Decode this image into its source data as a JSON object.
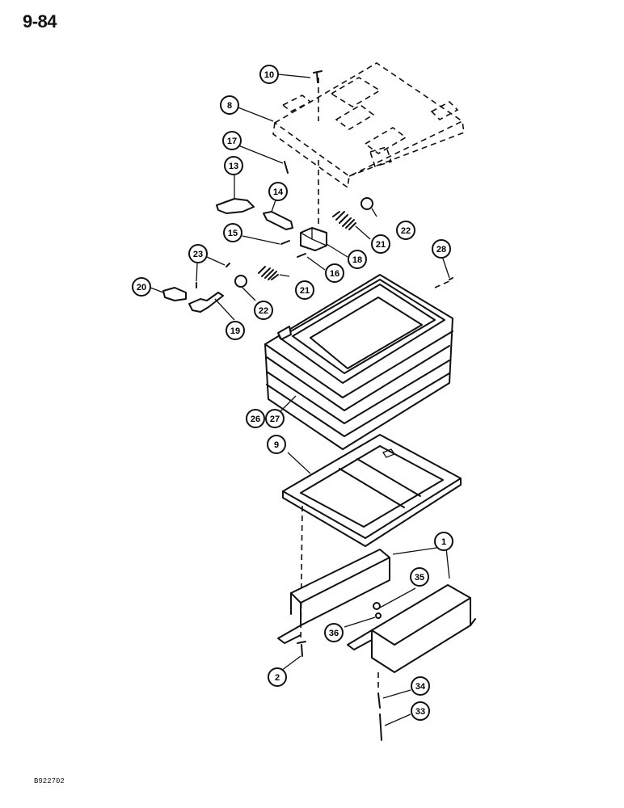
{
  "page": {
    "number": "9-84",
    "figure_code": "B922702"
  },
  "callouts": [
    {
      "id": "10",
      "label": "10"
    },
    {
      "id": "8",
      "label": "8"
    },
    {
      "id": "17",
      "label": "17"
    },
    {
      "id": "13",
      "label": "13"
    },
    {
      "id": "14",
      "label": "14"
    },
    {
      "id": "22a",
      "label": "22"
    },
    {
      "id": "21a",
      "label": "21"
    },
    {
      "id": "15",
      "label": "15"
    },
    {
      "id": "18",
      "label": "18"
    },
    {
      "id": "28",
      "label": "28"
    },
    {
      "id": "23",
      "label": "23"
    },
    {
      "id": "16",
      "label": "16"
    },
    {
      "id": "21b",
      "label": "21"
    },
    {
      "id": "20",
      "label": "20"
    },
    {
      "id": "22b",
      "label": "22"
    },
    {
      "id": "19",
      "label": "19"
    },
    {
      "id": "26",
      "label": "26"
    },
    {
      "id": "27",
      "label": "27"
    },
    {
      "id": "9",
      "label": "9"
    },
    {
      "id": "1",
      "label": "1"
    },
    {
      "id": "35",
      "label": "35"
    },
    {
      "id": "36",
      "label": "36"
    },
    {
      "id": "2",
      "label": "2"
    },
    {
      "id": "34",
      "label": "34"
    },
    {
      "id": "33",
      "label": "33"
    }
  ]
}
